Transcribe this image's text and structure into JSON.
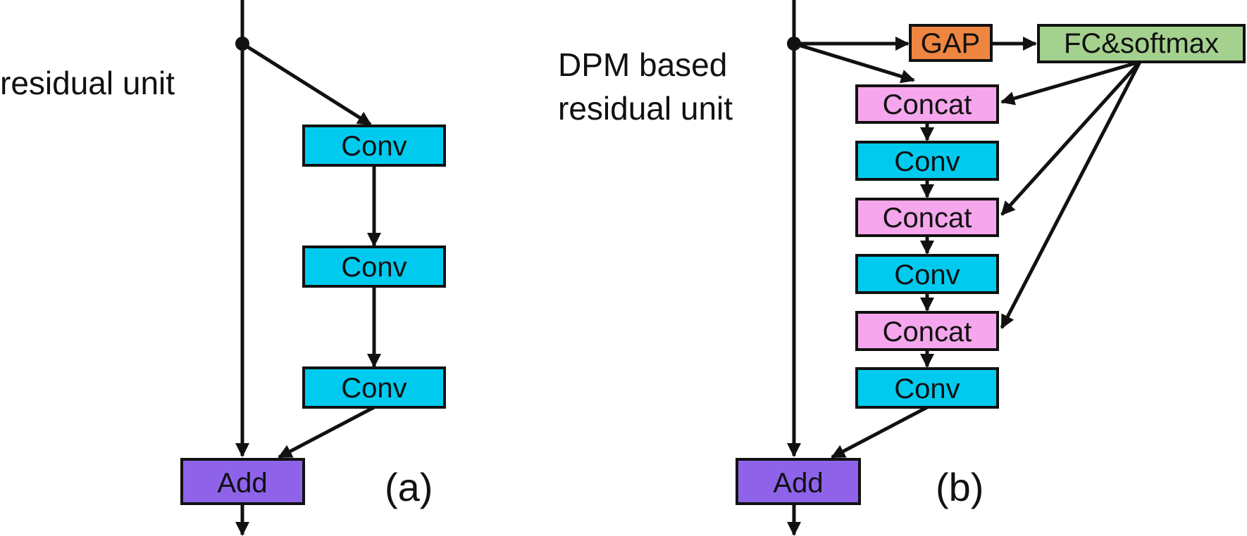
{
  "diagram_a": {
    "title": "residual unit",
    "panel_label": "(a)",
    "boxes": {
      "conv1": "Conv",
      "conv2": "Conv",
      "conv3": "Conv",
      "add": "Add"
    }
  },
  "diagram_b": {
    "title_line1": "DPM based",
    "title_line2": "residual unit",
    "panel_label": "(b)",
    "boxes": {
      "gap": "GAP",
      "fc": "FC&softmax",
      "concat1": "Concat",
      "conv1": "Conv",
      "concat2": "Concat",
      "conv2": "Conv",
      "concat3": "Concat",
      "conv3": "Conv",
      "add": "Add"
    }
  },
  "colors": {
    "conv": "#00cbef",
    "add": "#8e63ea",
    "concat": "#f5a6ec",
    "gap": "#ee8540",
    "fc": "#a4d18e",
    "line": "#111111"
  }
}
